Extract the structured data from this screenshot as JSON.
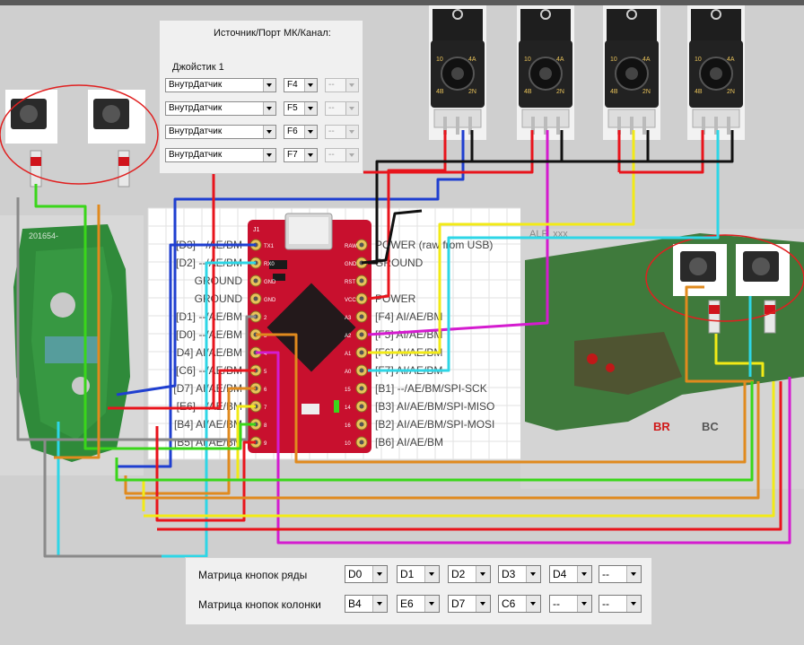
{
  "source_panel": {
    "title": "Источник/Порт МК/Канал:",
    "joystick_label": "Джойстик 1",
    "rows": [
      {
        "source": "ВнутрДатчик",
        "port": "F4",
        "channel": "--"
      },
      {
        "source": "ВнутрДатчик",
        "port": "F5",
        "channel": "--"
      },
      {
        "source": "ВнутрДатчик",
        "port": "F6",
        "channel": "--"
      },
      {
        "source": "ВнутрДатчик",
        "port": "F7",
        "channel": "--"
      }
    ]
  },
  "matrix_panel": {
    "rows_label": "Матрица кнопок ряды",
    "cols_label": "Матрица кнопок колонки",
    "rows": [
      "D0",
      "D1",
      "D2",
      "D3",
      "D4",
      "--"
    ],
    "cols": [
      "B4",
      "E6",
      "D7",
      "C6",
      "--",
      "--"
    ]
  },
  "board": {
    "left_pins": [
      "[D3] --/AE/BM",
      "[D2] --/AE/BM",
      "GROUND",
      "GROUND",
      "[D1] --/AE/BM",
      "[D0] --/AE/BM",
      "[D4] AI/AE/BM",
      "[C6] --/AE/BM",
      "[D7] AI/AE/BM",
      "[E6] --/AE/BM",
      "[B4] AI/AE/BM",
      "[B5] AI/AE/BM"
    ],
    "right_pins": [
      "POWER (raw from USB)",
      "GROUND",
      "",
      "POWER",
      "[F4] AI/AE/BM",
      "[F5] AI/AE/BM",
      "[F6] AI/AE/BM",
      "[F7] AI/AE/BM",
      "[B1] --/AE/BM/SPI-SCK",
      "[B3] AI/AE/BM/SPI-MISO",
      "[B2] AI/AE/BM/SPI-MOSI",
      "[B6] AI/AE/BM"
    ],
    "left_silk": [
      "TX1",
      "RX0",
      "GND",
      "GND",
      "2",
      "3",
      "4",
      "5",
      "6",
      "7",
      "8",
      "9"
    ],
    "right_silk": [
      "RAW",
      "GND",
      "RST",
      "VCC",
      "A3",
      "A2",
      "A1",
      "A0",
      "15",
      "14",
      "16",
      "10"
    ],
    "silk_top": "J1",
    "colors": {
      "board": "#c8102e",
      "pad": "#e8c25a"
    }
  },
  "potentiometers": {
    "labels": [
      "10",
      "4A",
      "4B",
      "2N"
    ]
  },
  "right_pcb": {
    "label_top": "ALF_xxx",
    "label_br": "BR",
    "label_bc": "BC"
  },
  "left_pcb": {
    "label": "201654-"
  },
  "wire_colors": {
    "red": "#e8141c",
    "blue": "#1f3fd0",
    "black": "#111111",
    "magenta": "#d41ccf",
    "yellow": "#f2ea17",
    "cyan": "#2ed6e6",
    "orange": "#e08a1e",
    "green": "#3ad61a",
    "brown": "#b86a22",
    "gray": "#8a8a8a"
  }
}
